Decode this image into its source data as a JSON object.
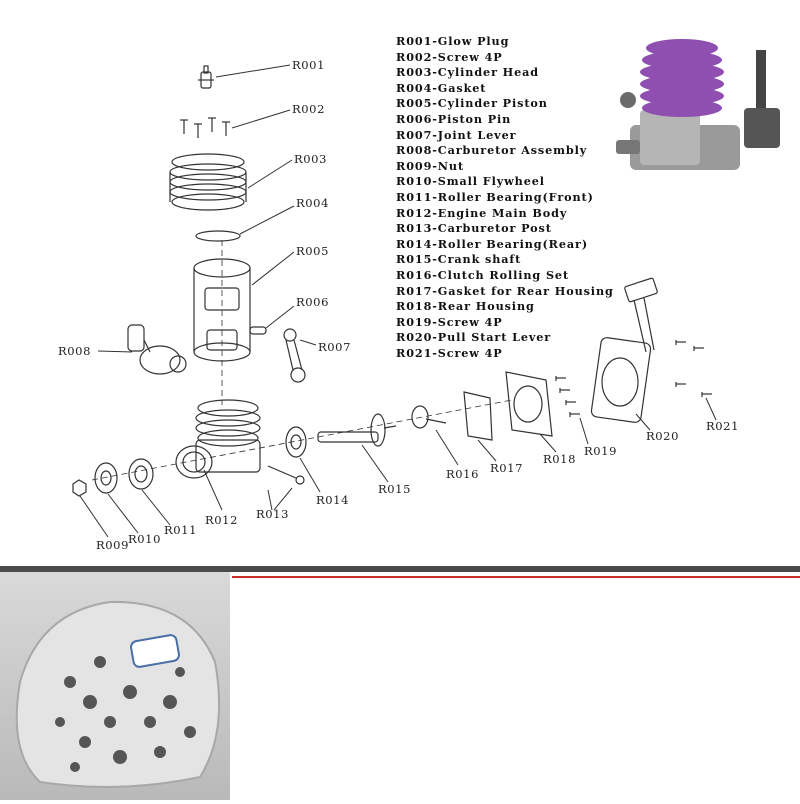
{
  "legend": {
    "items": [
      "R001-Glow Plug",
      "R002-Screw 4P",
      "R003-Cylinder Head",
      "R004-Gasket",
      "R005-Cylinder Piston",
      "R006-Piston Pin",
      "R007-Joint Lever",
      "R008-Carburetor Assembly",
      "R009-Nut",
      "R010-Small Flywheel",
      "R011-Roller Bearing(Front)",
      "R012-Engine Main Body",
      "R013-Carburetor Post",
      "R014-Roller Bearing(Rear)",
      "R015-Crank shaft",
      "R016-Clutch  Rolling Set",
      "R017-Gasket for Rear Housing",
      "R018-Rear Housing",
      "R019-Screw 4P",
      "R020-Pull Start Lever",
      "R021-Screw 4P"
    ]
  },
  "callouts": {
    "r001": "R001",
    "r002": "R002",
    "r003": "R003",
    "r004": "R004",
    "r005": "R005",
    "r006": "R006",
    "r007": "R007",
    "r008": "R008",
    "r009": "R009",
    "r010": "R010",
    "r011": "R011",
    "r012": "R012",
    "r013": "R013",
    "r014": "R014",
    "r015": "R015",
    "r016": "R016",
    "r017": "R017",
    "r018": "R018",
    "r019": "R019",
    "r020": "R020",
    "r021": "R021"
  },
  "colors": {
    "head_purple": "#8e4fb0",
    "accent_red": "#c9302c",
    "line": "#333333"
  }
}
